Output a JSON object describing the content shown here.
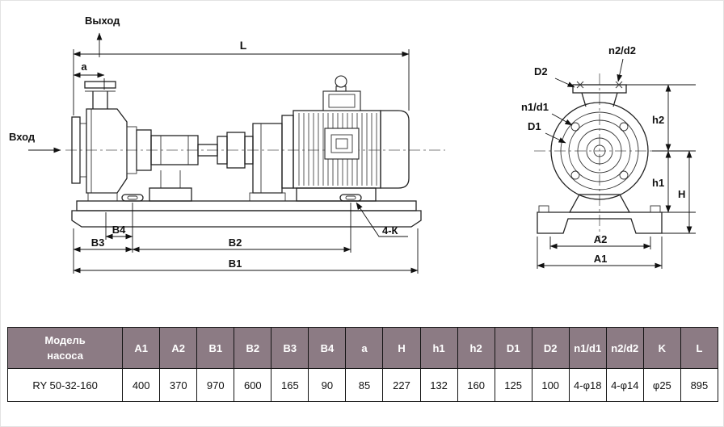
{
  "drawing": {
    "side_view": {
      "outlet_label": "Выход",
      "inlet_label": "Вход",
      "dim_l": "L",
      "dim_a": "a",
      "dim_b4": "B4",
      "dim_b3": "B3",
      "dim_b2": "B2",
      "dim_b1": "B1",
      "anchor_bolt_label": "4-К"
    },
    "end_view": {
      "dim_d2": "D2",
      "dim_n2_d2": "n2/d2",
      "dim_n1_d1": "n1/d1",
      "dim_d1": "D1",
      "dim_h2": "h2",
      "dim_h1": "h1",
      "dim_h": "H",
      "dim_a2": "A2",
      "dim_a1": "A1"
    }
  },
  "table": {
    "headers": [
      "Модель насоса",
      "A1",
      "A2",
      "B1",
      "B2",
      "B3",
      "B4",
      "a",
      "H",
      "h1",
      "h2",
      "D1",
      "D2",
      "n1/d1",
      "n2/d2",
      "K",
      "L"
    ],
    "rows": [
      [
        "RY 50-32-160",
        "400",
        "370",
        "970",
        "600",
        "165",
        "90",
        "85",
        "227",
        "132",
        "160",
        "125",
        "100",
        "4-φ18",
        "4-φ14",
        "φ25",
        "895"
      ]
    ]
  },
  "colors": {
    "table_header_bg": "#8c7b84"
  }
}
